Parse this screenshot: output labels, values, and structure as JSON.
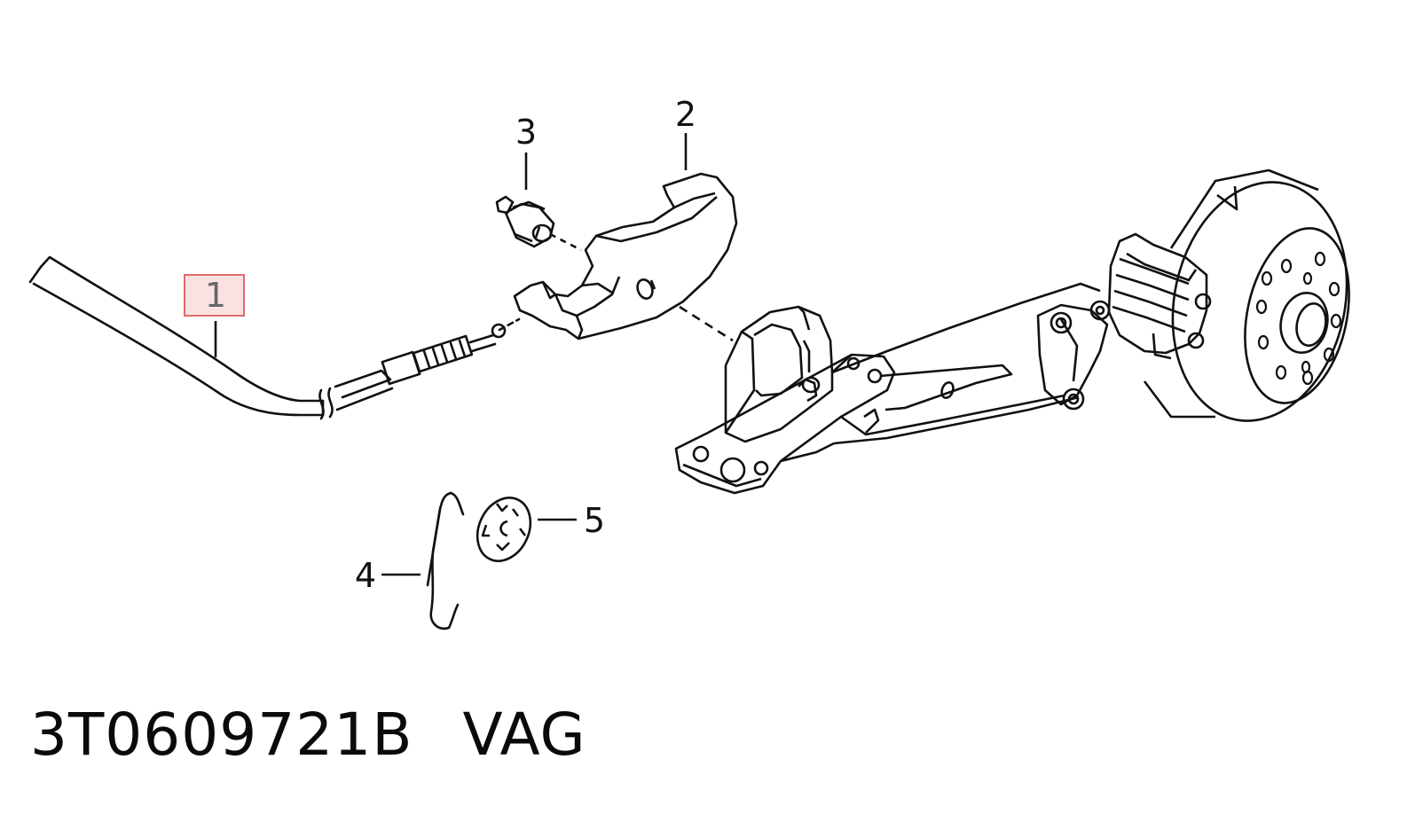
{
  "diagram": {
    "callouts": [
      {
        "id": "1",
        "label": "1",
        "selected": true
      },
      {
        "id": "2",
        "label": "2",
        "selected": false
      },
      {
        "id": "3",
        "label": "3",
        "selected": false
      },
      {
        "id": "4",
        "label": "4",
        "selected": false
      },
      {
        "id": "5",
        "label": "5",
        "selected": false
      }
    ],
    "highlight_color": "#e06a6a",
    "highlight_fill": "#fbe2e2",
    "line_color": "#111111"
  },
  "caption": {
    "part_number": "3T0609721B",
    "brand": "VAG"
  }
}
